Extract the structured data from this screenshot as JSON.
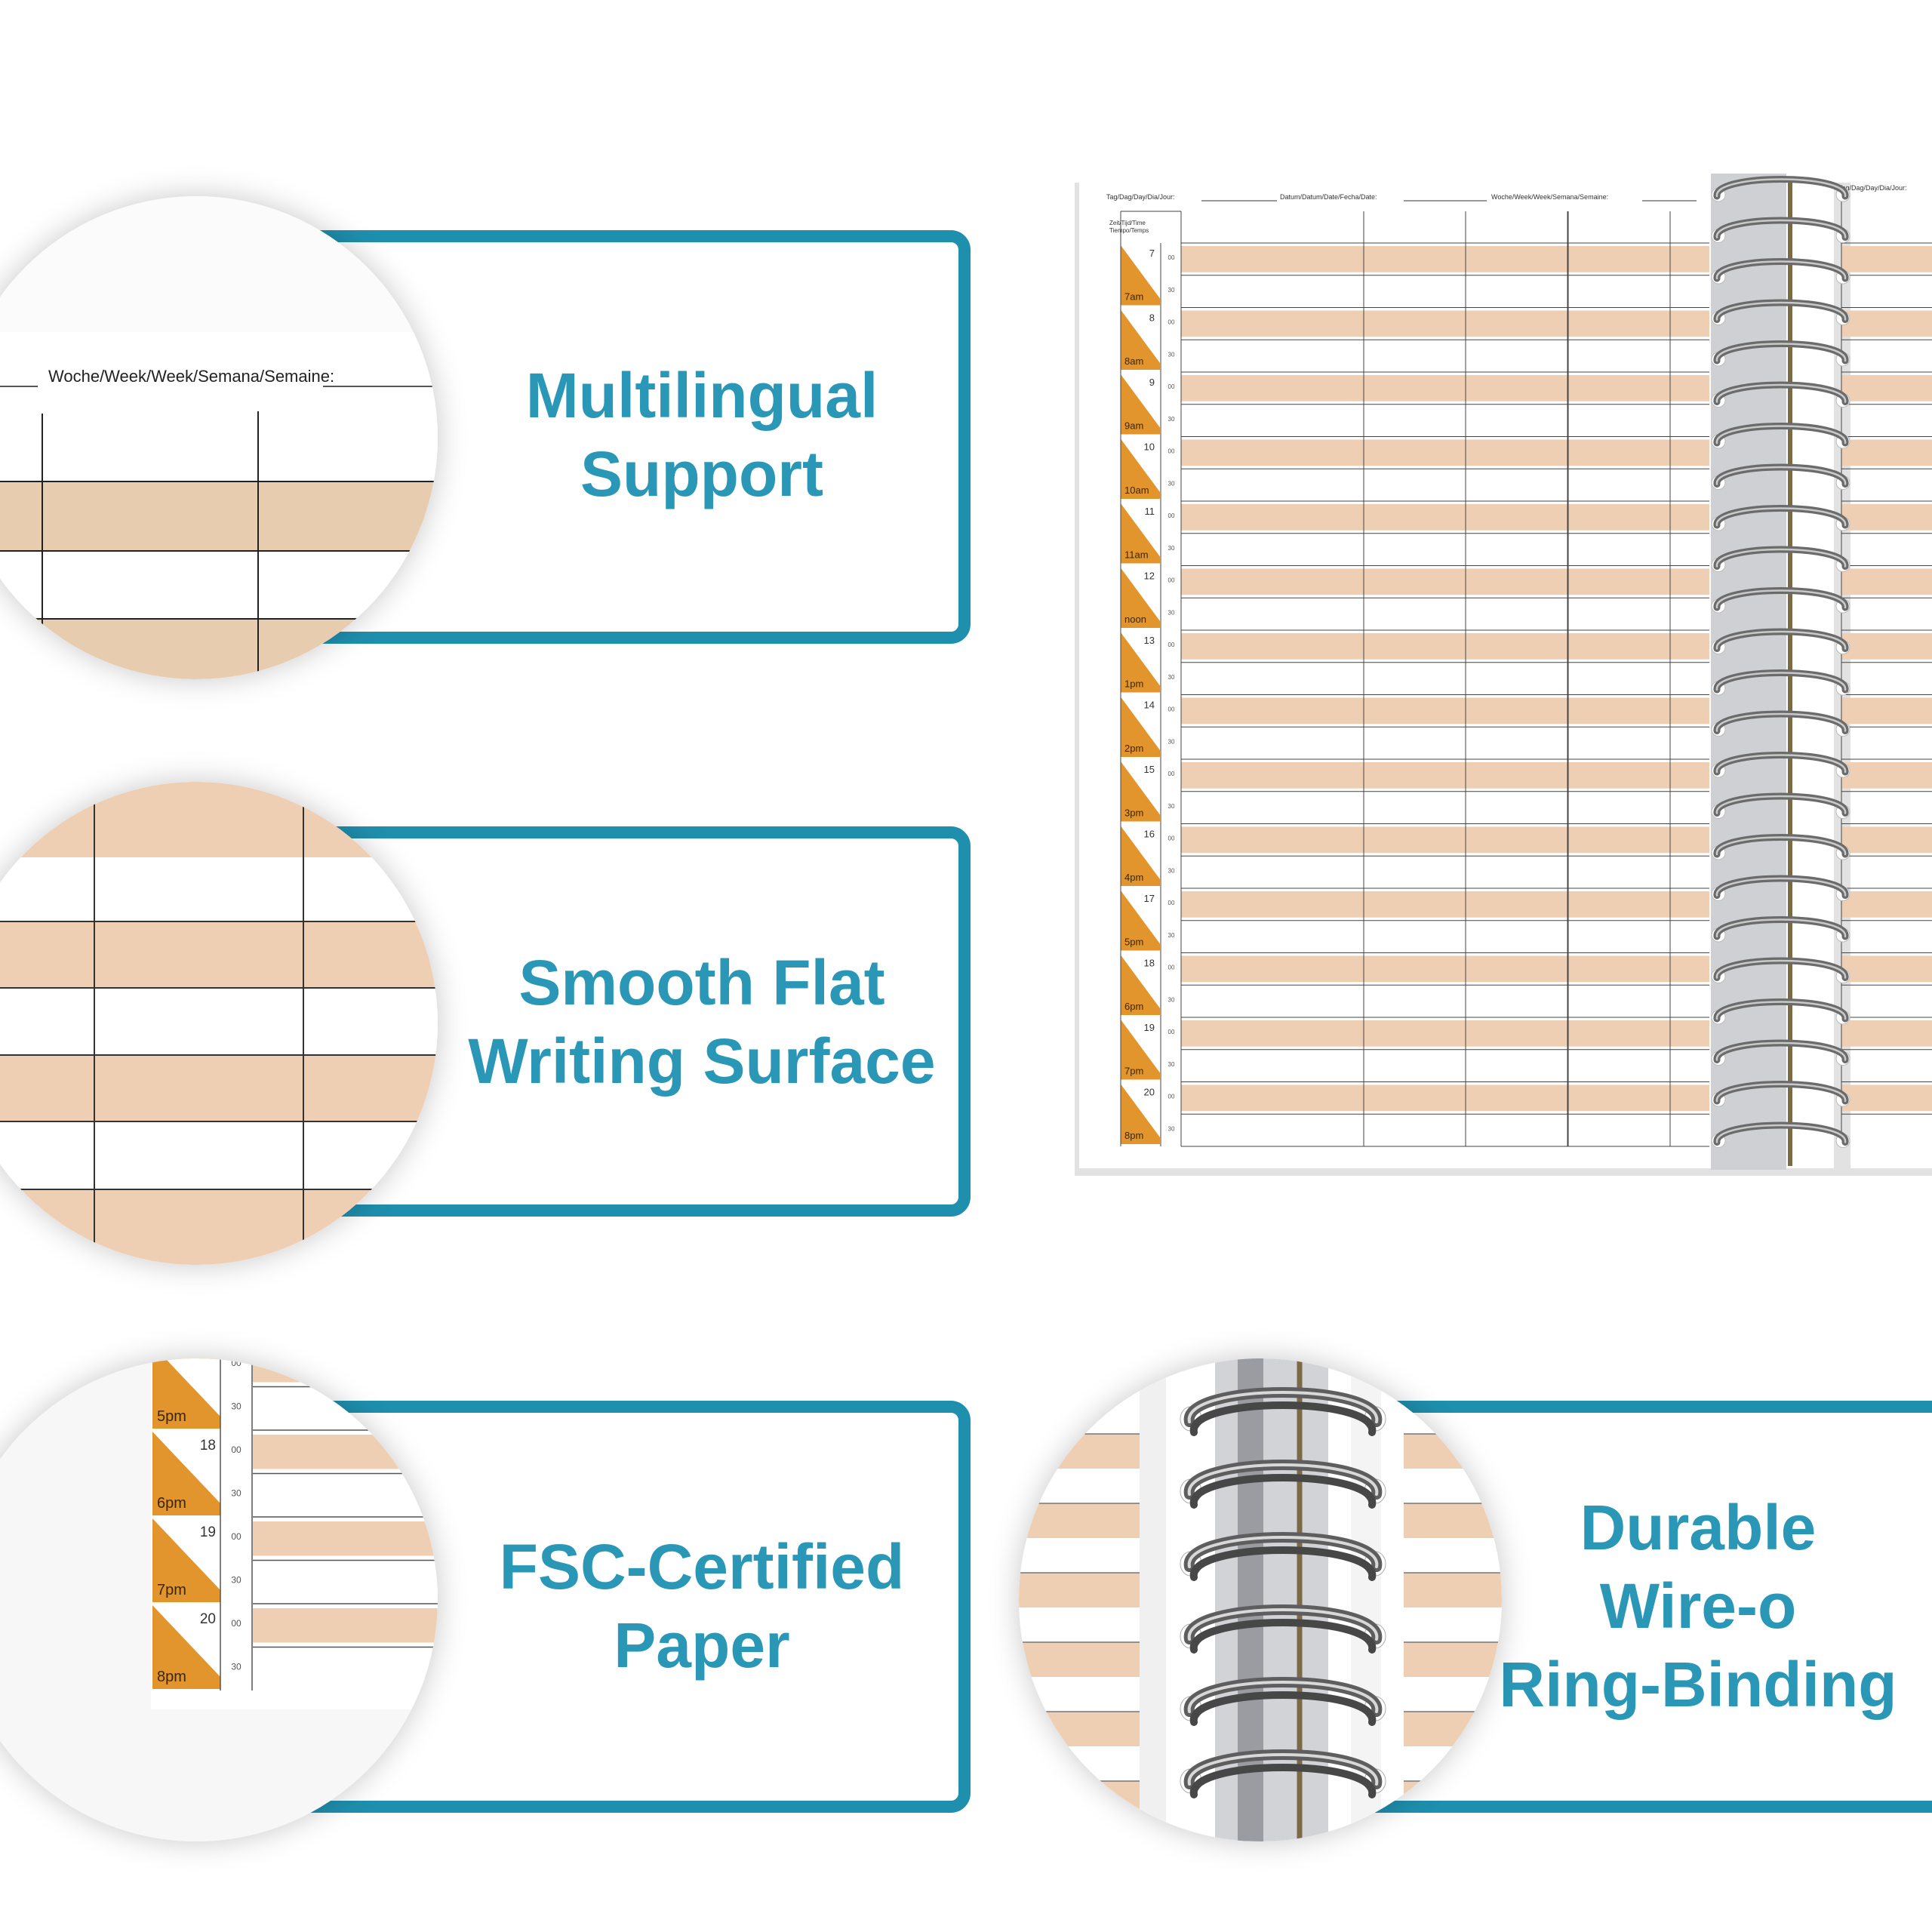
{
  "features": [
    {
      "line1": "Multilingual",
      "line2": "Support"
    },
    {
      "line1": "Smooth Flat",
      "line2": "Writing Surface"
    },
    {
      "line1": "FSC-Certified",
      "line2": "Paper"
    },
    {
      "line1": "Durable",
      "line2": "Wire-o",
      "line3": "Ring-Binding"
    }
  ],
  "header": {
    "day": "Tag/Dag/Day/Dia/Jour:",
    "date": "Datum/Datum/Date/Fecha/Date:",
    "week": "Woche/Week/Week/Semana/Semaine:",
    "time_line1": "Zeit/Tijd/Time",
    "time_line2": "Tiempo/Temps",
    "right_page_day": "Tag/Dag/Day/Dia/Jour:"
  },
  "hours": [
    {
      "h24": "7",
      "label": "7am"
    },
    {
      "h24": "8",
      "label": "8am"
    },
    {
      "h24": "9",
      "label": "9am"
    },
    {
      "h24": "10",
      "label": "10am"
    },
    {
      "h24": "11",
      "label": "11am"
    },
    {
      "h24": "12",
      "label": "noon"
    },
    {
      "h24": "13",
      "label": "1pm"
    },
    {
      "h24": "14",
      "label": "2pm"
    },
    {
      "h24": "15",
      "label": "3pm"
    },
    {
      "h24": "16",
      "label": "4pm"
    },
    {
      "h24": "17",
      "label": "5pm"
    },
    {
      "h24": "18",
      "label": "6pm"
    },
    {
      "h24": "19",
      "label": "7pm"
    },
    {
      "h24": "20",
      "label": "8pm"
    }
  ],
  "minutes": [
    "00",
    "30"
  ],
  "zoom_header_text": "Woche/Week/Week/Semana/Semaine:",
  "zoom_hours": [
    {
      "h24": "",
      "label": "5pm"
    },
    {
      "h24": "18",
      "label": "6pm"
    },
    {
      "h24": "19",
      "label": "7pm"
    },
    {
      "h24": "20",
      "label": "8pm"
    }
  ],
  "colors": {
    "accent": "#1f8fae",
    "title_text": "#2a97b6",
    "row_fill": "#efcfb3",
    "hour_orange": "#e3952d",
    "ring_metal": "#6b6b6b"
  }
}
